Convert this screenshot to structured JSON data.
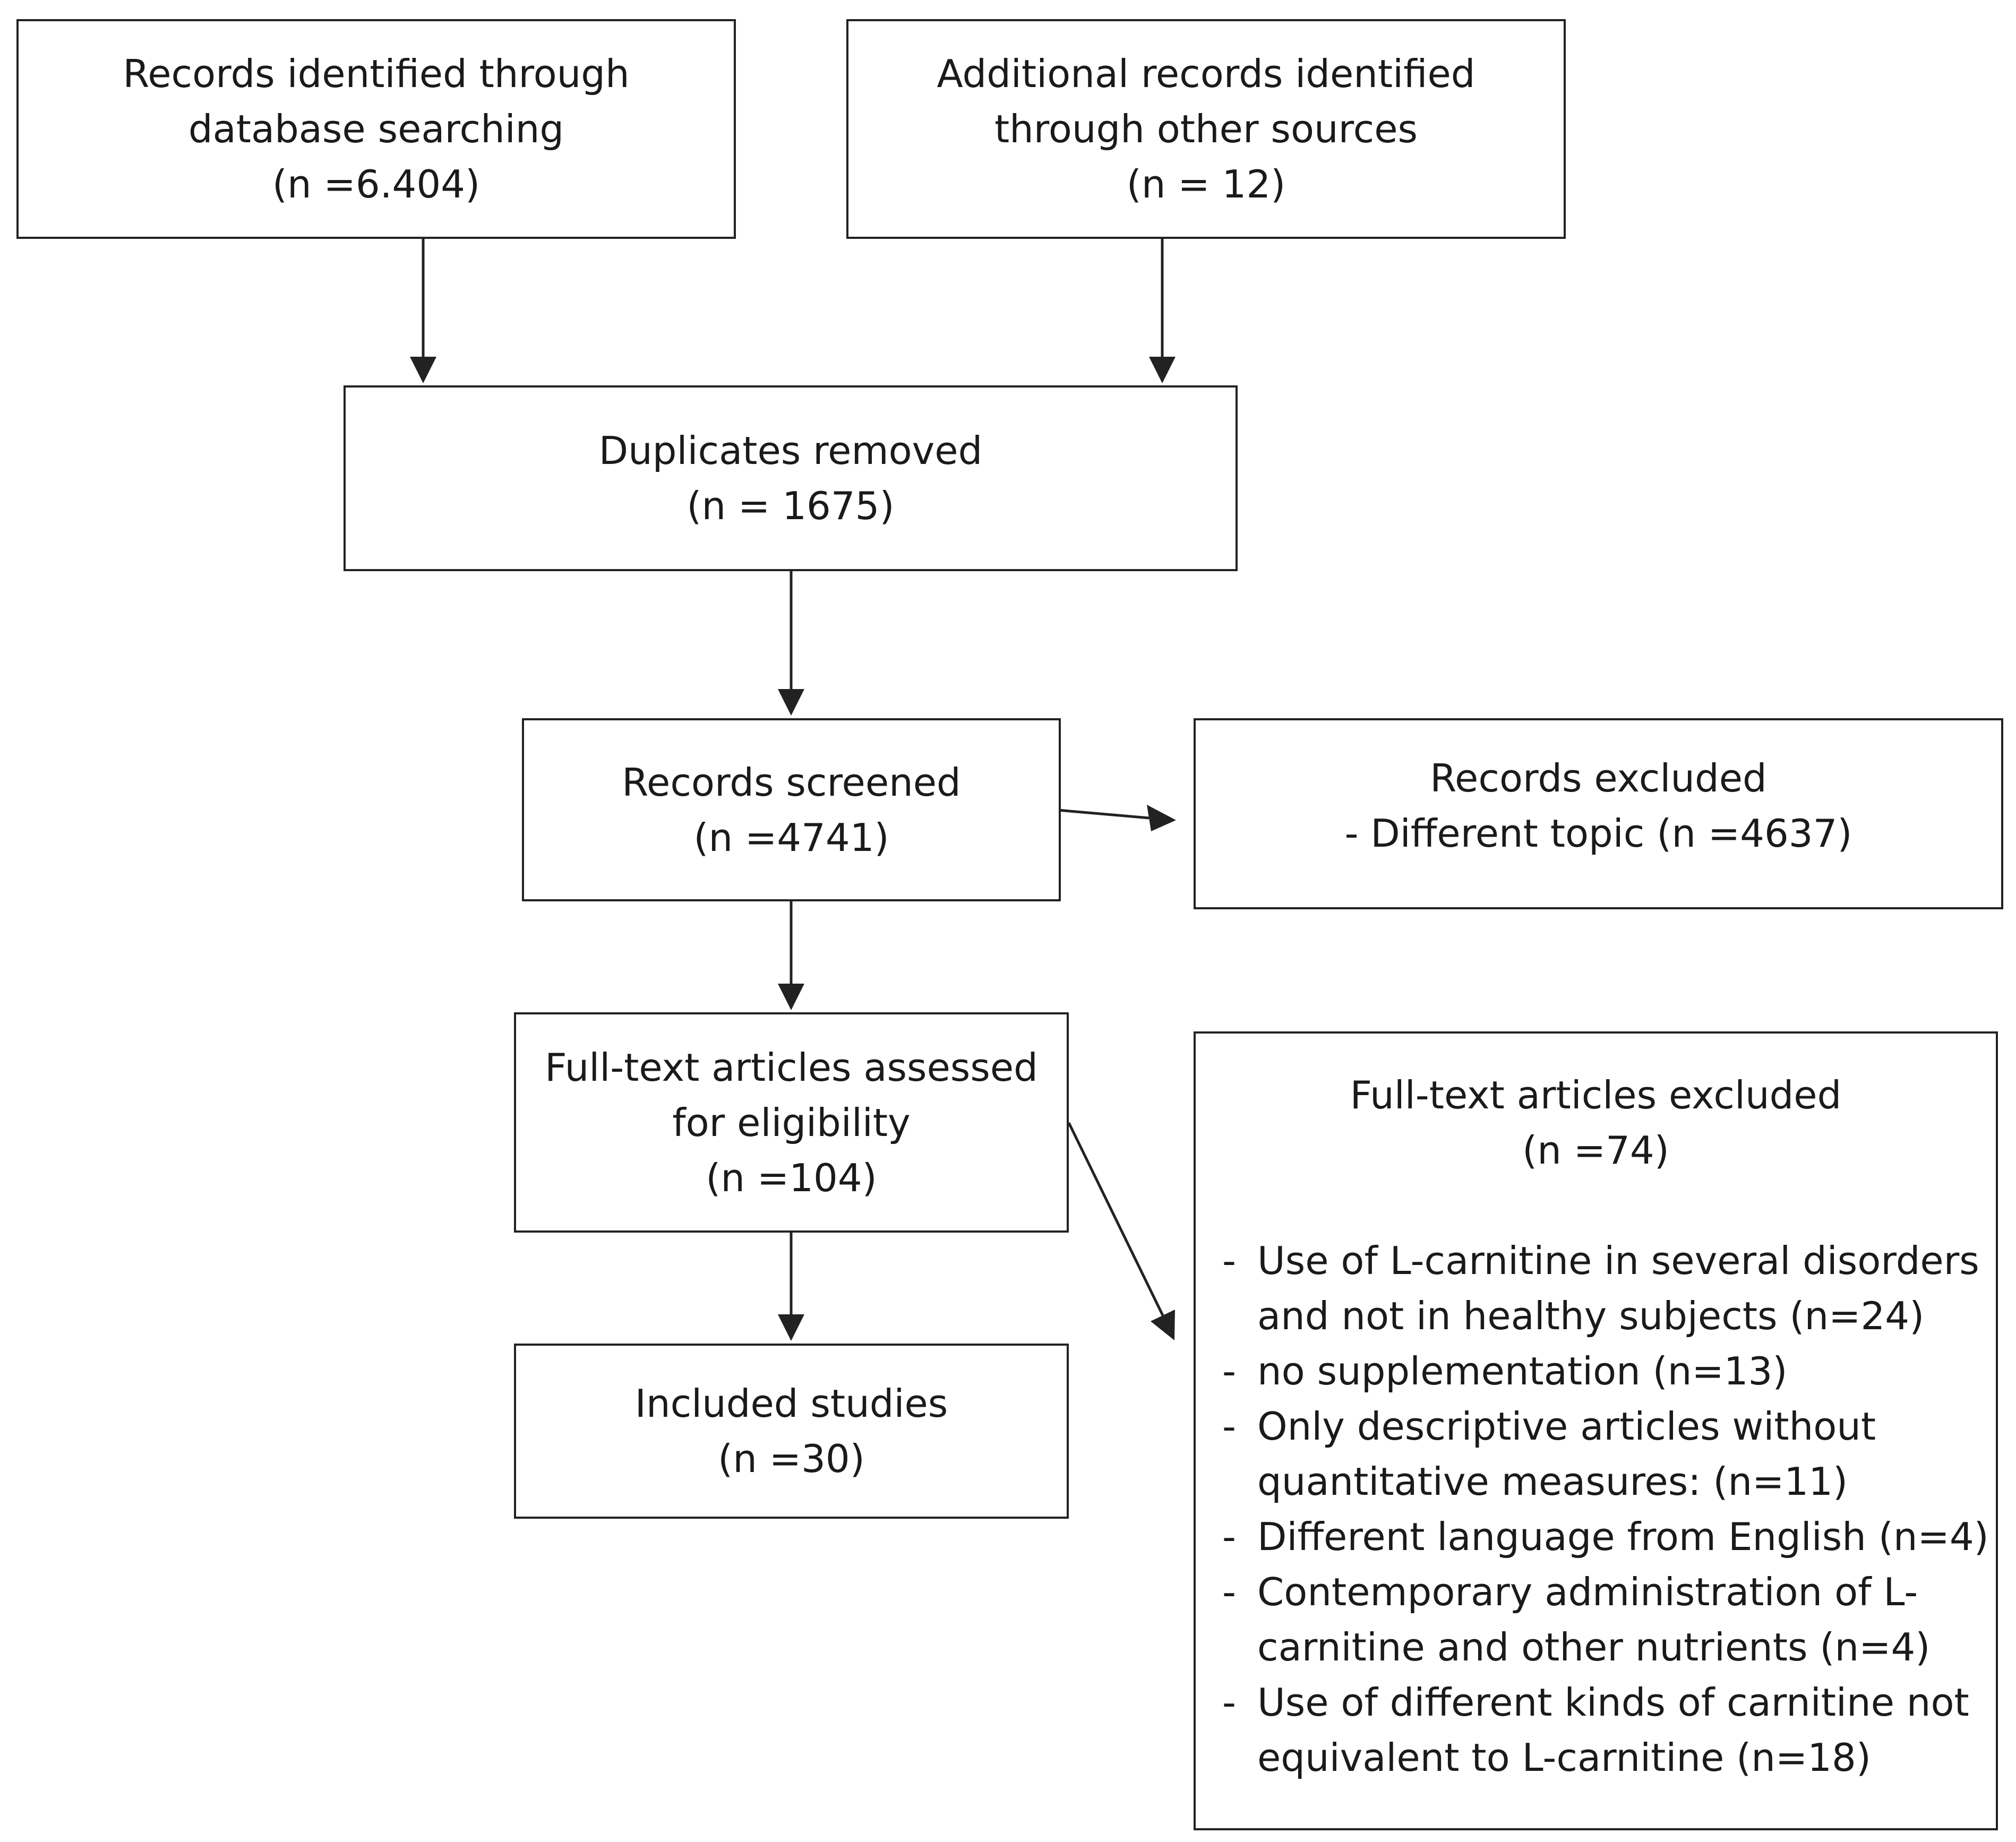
{
  "boxes": {
    "db_search": {
      "lines": [
        "Records identified through",
        "database searching",
        "(n =6.404)"
      ]
    },
    "other_sources": {
      "lines": [
        "Additional records identified",
        "through other sources",
        "(n = 12)"
      ]
    },
    "duplicates": {
      "lines": [
        "Duplicates removed",
        "(n = 1675)"
      ]
    },
    "screened": {
      "lines": [
        "Records screened",
        "(n =4741)"
      ]
    },
    "excluded_records": {
      "lines": [
        "Records excluded",
        "- Different topic (n =4637)"
      ]
    },
    "fulltext": {
      "lines": [
        "Full-text articles assessed",
        "for eligibility",
        "(n =104)"
      ]
    },
    "included": {
      "lines": [
        "Included studies",
        "(n =30)"
      ]
    },
    "fulltext_excluded": {
      "title": "Full-text articles excluded",
      "count": "(n =74)",
      "bullet": "-",
      "items": [
        {
          "lines": [
            "Use of L-carnitine in several disorders",
            "and not in healthy subjects (n=24)"
          ]
        },
        {
          "lines": [
            "no supplementation (n=13)"
          ]
        },
        {
          "lines": [
            "Only descriptive articles without",
            "quantitative measures: (n=11)"
          ]
        },
        {
          "lines": [
            "Different language from English (n=4)"
          ]
        },
        {
          "lines": [
            "Contemporary administration of L-",
            "carnitine and other nutrients (n=4)"
          ]
        },
        {
          "lines": [
            "Use of different kinds of carnitine not",
            "equivalent to L-carnitine (n=18)"
          ]
        }
      ]
    }
  }
}
